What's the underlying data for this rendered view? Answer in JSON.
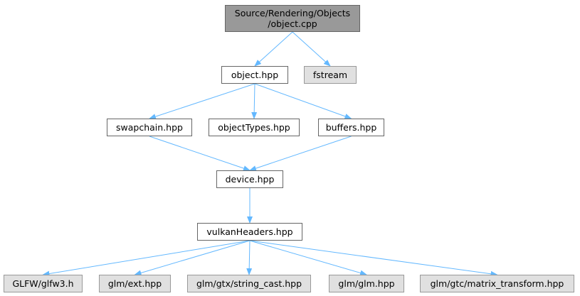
{
  "colors": {
    "edge": "#63b8ff",
    "node_border": "#666666",
    "root_fill": "#999999",
    "external_fill": "#e0e0e0",
    "external_border": "#999999"
  },
  "nodes": {
    "root": {
      "line1": "Source/Rendering/Objects",
      "line2": "/object.cpp"
    },
    "object_hpp": {
      "label": "object.hpp"
    },
    "fstream": {
      "label": "fstream"
    },
    "swapchain_hpp": {
      "label": "swapchain.hpp"
    },
    "objecttypes_hpp": {
      "label": "objectTypes.hpp"
    },
    "buffers_hpp": {
      "label": "buffers.hpp"
    },
    "device_hpp": {
      "label": "device.hpp"
    },
    "vulkanheaders_hpp": {
      "label": "vulkanHeaders.hpp"
    },
    "glfw3_h": {
      "label": "GLFW/glfw3.h"
    },
    "glm_ext_hpp": {
      "label": "glm/ext.hpp"
    },
    "glm_string_cast_hpp": {
      "label": "glm/gtx/string_cast.hpp"
    },
    "glm_glm_hpp": {
      "label": "glm/glm.hpp"
    },
    "glm_matrix_transform_hpp": {
      "label": "glm/gtc/matrix_transform.hpp"
    }
  },
  "edges": [
    [
      "root",
      "object_hpp"
    ],
    [
      "root",
      "fstream"
    ],
    [
      "object_hpp",
      "swapchain_hpp"
    ],
    [
      "object_hpp",
      "objecttypes_hpp"
    ],
    [
      "object_hpp",
      "buffers_hpp"
    ],
    [
      "swapchain_hpp",
      "device_hpp"
    ],
    [
      "buffers_hpp",
      "device_hpp"
    ],
    [
      "device_hpp",
      "vulkanheaders_hpp"
    ],
    [
      "vulkanheaders_hpp",
      "glfw3_h"
    ],
    [
      "vulkanheaders_hpp",
      "glm_ext_hpp"
    ],
    [
      "vulkanheaders_hpp",
      "glm_string_cast_hpp"
    ],
    [
      "vulkanheaders_hpp",
      "glm_glm_hpp"
    ],
    [
      "vulkanheaders_hpp",
      "glm_matrix_transform_hpp"
    ]
  ]
}
